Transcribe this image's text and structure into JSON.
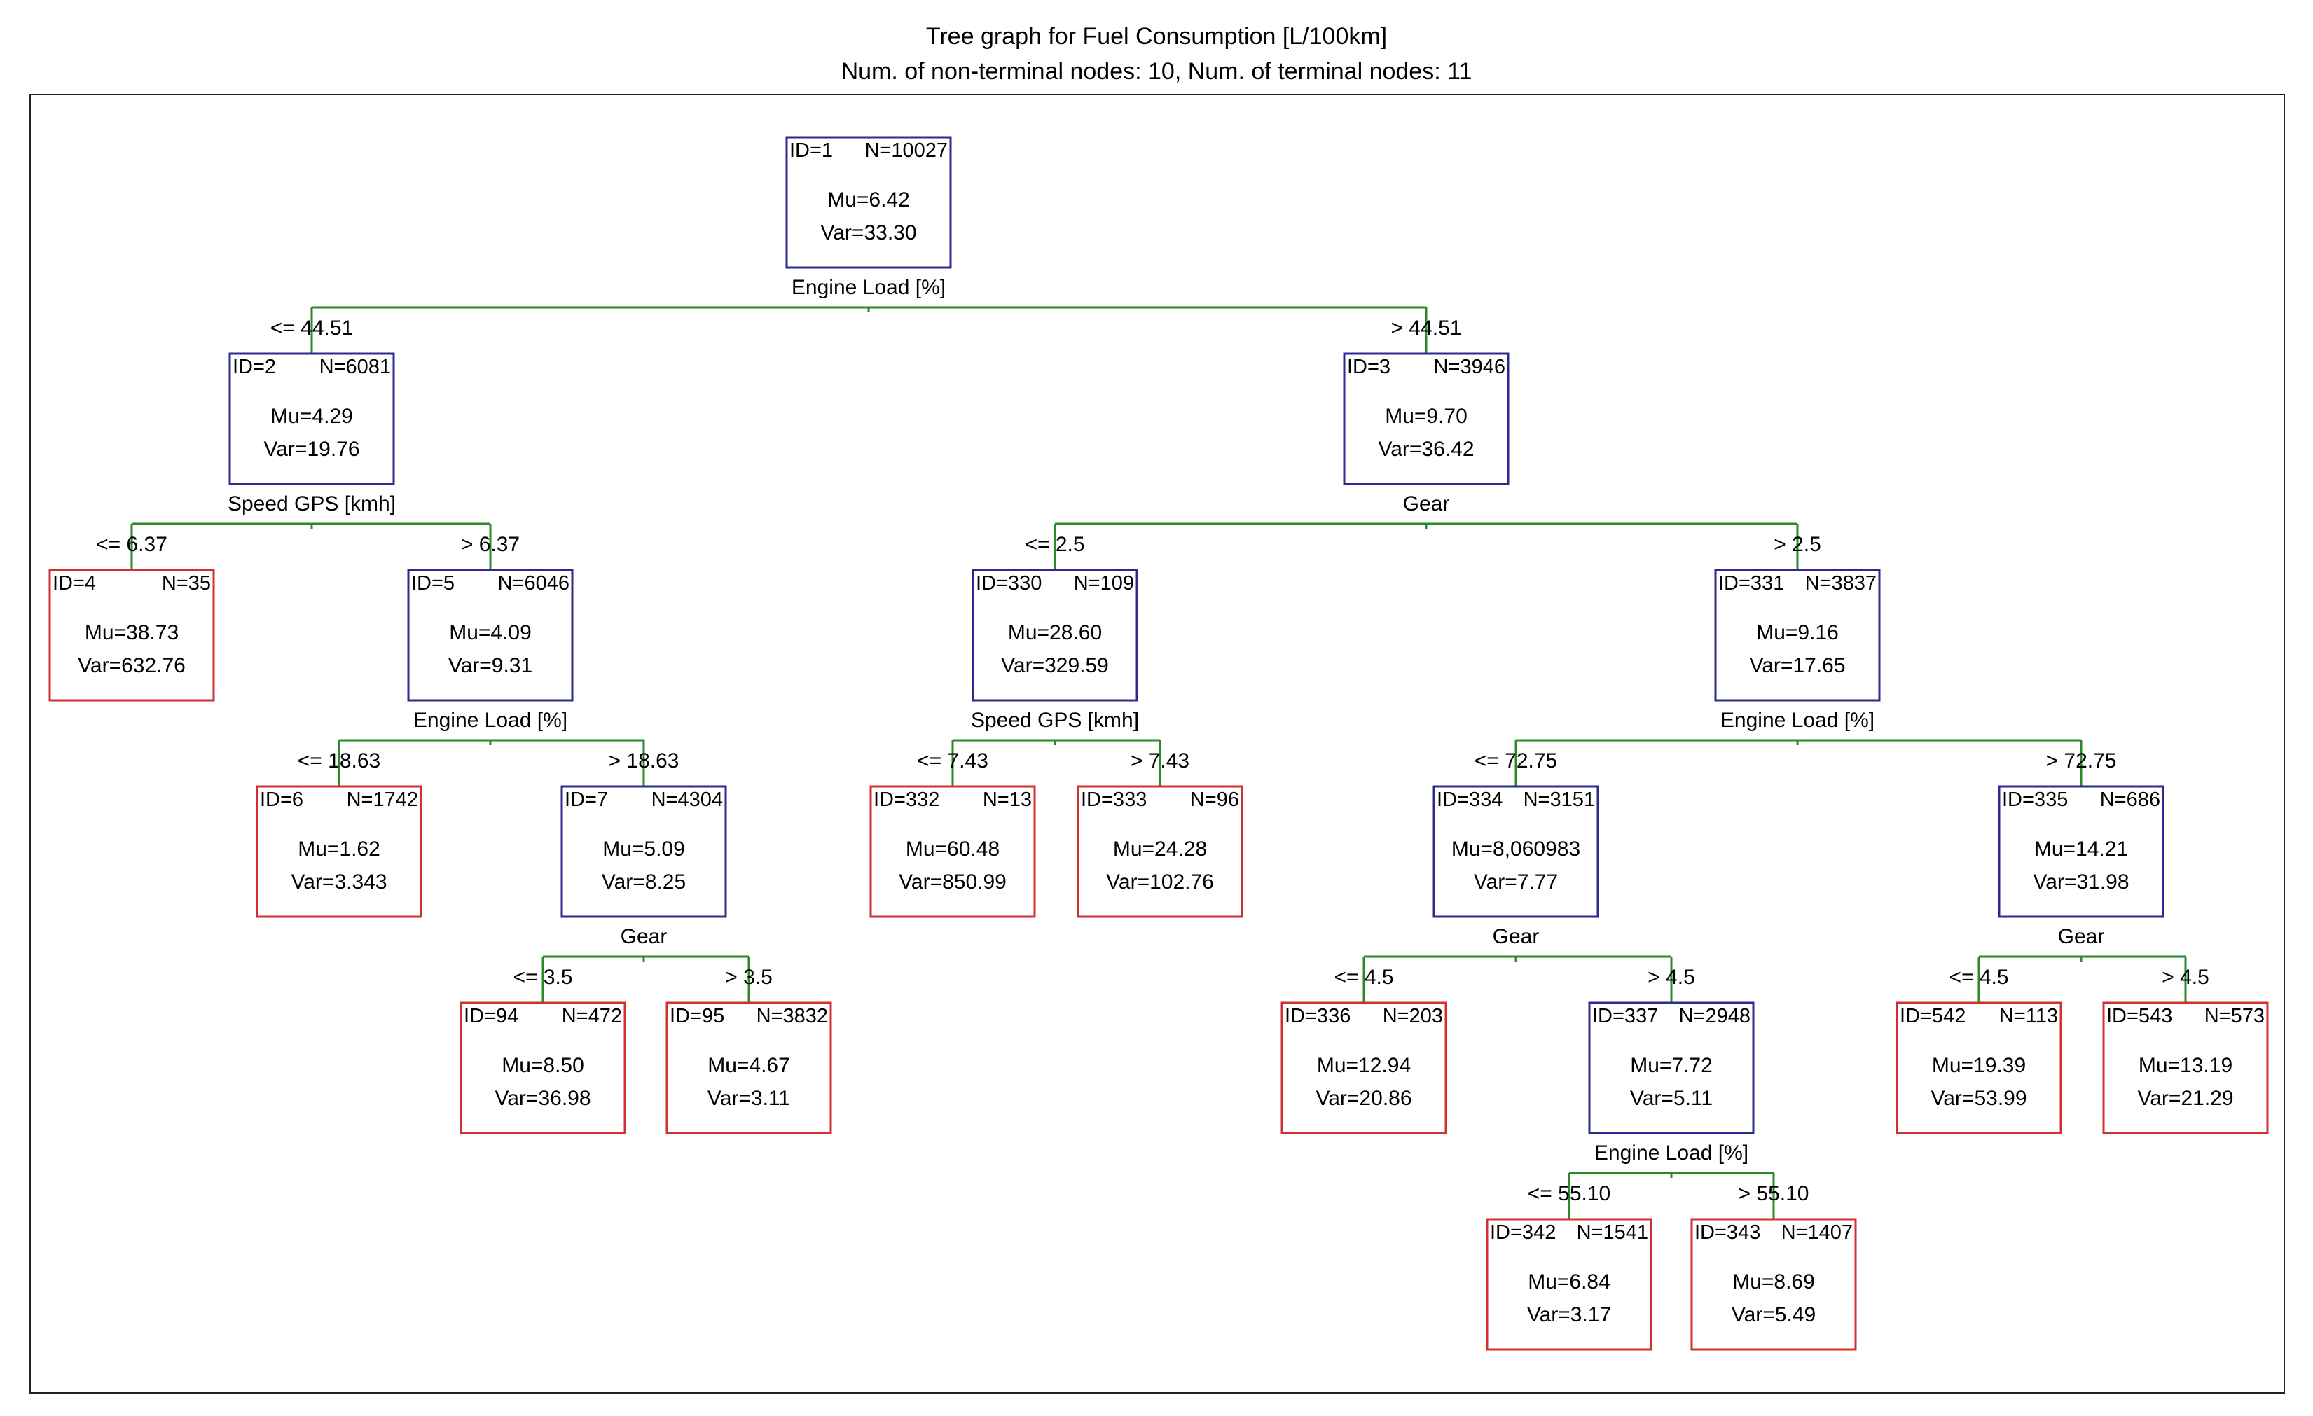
{
  "title": "Tree graph for Fuel Consumption [L/100km]",
  "subtitle": "Num. of non-terminal nodes: 10,  Num. of terminal nodes: 11",
  "colors": {
    "split_node": "#2b2b8f",
    "terminal_node": "#d23030",
    "branch": "#2a8a2a",
    "text": "#000000"
  },
  "nodes": [
    {
      "id": "1",
      "n": "10027",
      "mu": "6.42",
      "var": "33.30",
      "split": "Engine Load [%]",
      "terminal": false
    },
    {
      "id": "2",
      "n": "6081",
      "mu": "4.29",
      "var": "19.76",
      "split": "Speed GPS [kmh]",
      "terminal": false
    },
    {
      "id": "3",
      "n": "3946",
      "mu": "9.70",
      "var": "36.42",
      "split": "Gear",
      "terminal": false
    },
    {
      "id": "4",
      "n": "35",
      "mu": "38.73",
      "var": "632.76",
      "terminal": true
    },
    {
      "id": "5",
      "n": "6046",
      "mu": "4.09",
      "var": "9.31",
      "split": "Engine Load [%]",
      "terminal": false
    },
    {
      "id": "330",
      "n": "109",
      "mu": "28.60",
      "var": "329.59",
      "split": "Speed GPS [kmh]",
      "terminal": false
    },
    {
      "id": "331",
      "n": "3837",
      "mu": "9.16",
      "var": "17.65",
      "split": "Engine Load [%]",
      "terminal": false
    },
    {
      "id": "6",
      "n": "1742",
      "mu": "1.62",
      "var": "3.343",
      "terminal": true
    },
    {
      "id": "7",
      "n": "4304",
      "mu": "5.09",
      "var": "8.25",
      "split": "Gear",
      "terminal": false
    },
    {
      "id": "332",
      "n": "13",
      "mu": "60.48",
      "var": "850.99",
      "terminal": true
    },
    {
      "id": "333",
      "n": "96",
      "mu": "24.28",
      "var": "102.76",
      "terminal": true
    },
    {
      "id": "334",
      "n": "3151",
      "mu": "8,060983",
      "var": "7.77",
      "split": "Gear",
      "terminal": false
    },
    {
      "id": "335",
      "n": "686",
      "mu": "14.21",
      "var": "31.98",
      "split": "Gear",
      "terminal": false
    },
    {
      "id": "94",
      "n": "472",
      "mu": "8.50",
      "var": "36.98",
      "terminal": true
    },
    {
      "id": "95",
      "n": "3832",
      "mu": "4.67",
      "var": "3.11",
      "terminal": true
    },
    {
      "id": "336",
      "n": "203",
      "mu": "12.94",
      "var": "20.86",
      "terminal": true
    },
    {
      "id": "337",
      "n": "2948",
      "mu": "7.72",
      "var": "5.11",
      "split": "Engine Load [%]",
      "terminal": false
    },
    {
      "id": "542",
      "n": "113",
      "mu": "19.39",
      "var": "53.99",
      "terminal": true
    },
    {
      "id": "543",
      "n": "573",
      "mu": "13.19",
      "var": "21.29",
      "terminal": true
    },
    {
      "id": "342",
      "n": "1541",
      "mu": "6.84",
      "var": "3.17",
      "terminal": true
    },
    {
      "id": "343",
      "n": "1407",
      "mu": "8.69",
      "var": "5.49",
      "terminal": true
    }
  ],
  "edges": [
    {
      "parent": "1",
      "child": "2",
      "label": "<= 44.51"
    },
    {
      "parent": "1",
      "child": "3",
      "label": "> 44.51"
    },
    {
      "parent": "2",
      "child": "4",
      "label": "<= 6.37"
    },
    {
      "parent": "2",
      "child": "5",
      "label": "> 6.37"
    },
    {
      "parent": "3",
      "child": "330",
      "label": "<= 2.5"
    },
    {
      "parent": "3",
      "child": "331",
      "label": "> 2.5"
    },
    {
      "parent": "5",
      "child": "6",
      "label": "<= 18.63"
    },
    {
      "parent": "5",
      "child": "7",
      "label": "> 18.63"
    },
    {
      "parent": "330",
      "child": "332",
      "label": "<= 7.43"
    },
    {
      "parent": "330",
      "child": "333",
      "label": "> 7.43"
    },
    {
      "parent": "331",
      "child": "334",
      "label": "<= 72.75"
    },
    {
      "parent": "331",
      "child": "335",
      "label": "> 72.75"
    },
    {
      "parent": "7",
      "child": "94",
      "label": "<= 3.5"
    },
    {
      "parent": "7",
      "child": "95",
      "label": "> 3.5"
    },
    {
      "parent": "334",
      "child": "336",
      "label": "<= 4.5"
    },
    {
      "parent": "334",
      "child": "337",
      "label": "> 4.5"
    },
    {
      "parent": "335",
      "child": "542",
      "label": "<= 4.5"
    },
    {
      "parent": "335",
      "child": "543",
      "label": "> 4.5"
    },
    {
      "parent": "337",
      "child": "342",
      "label": "<= 55.10"
    },
    {
      "parent": "337",
      "child": "343",
      "label": "> 55.10"
    }
  ]
}
